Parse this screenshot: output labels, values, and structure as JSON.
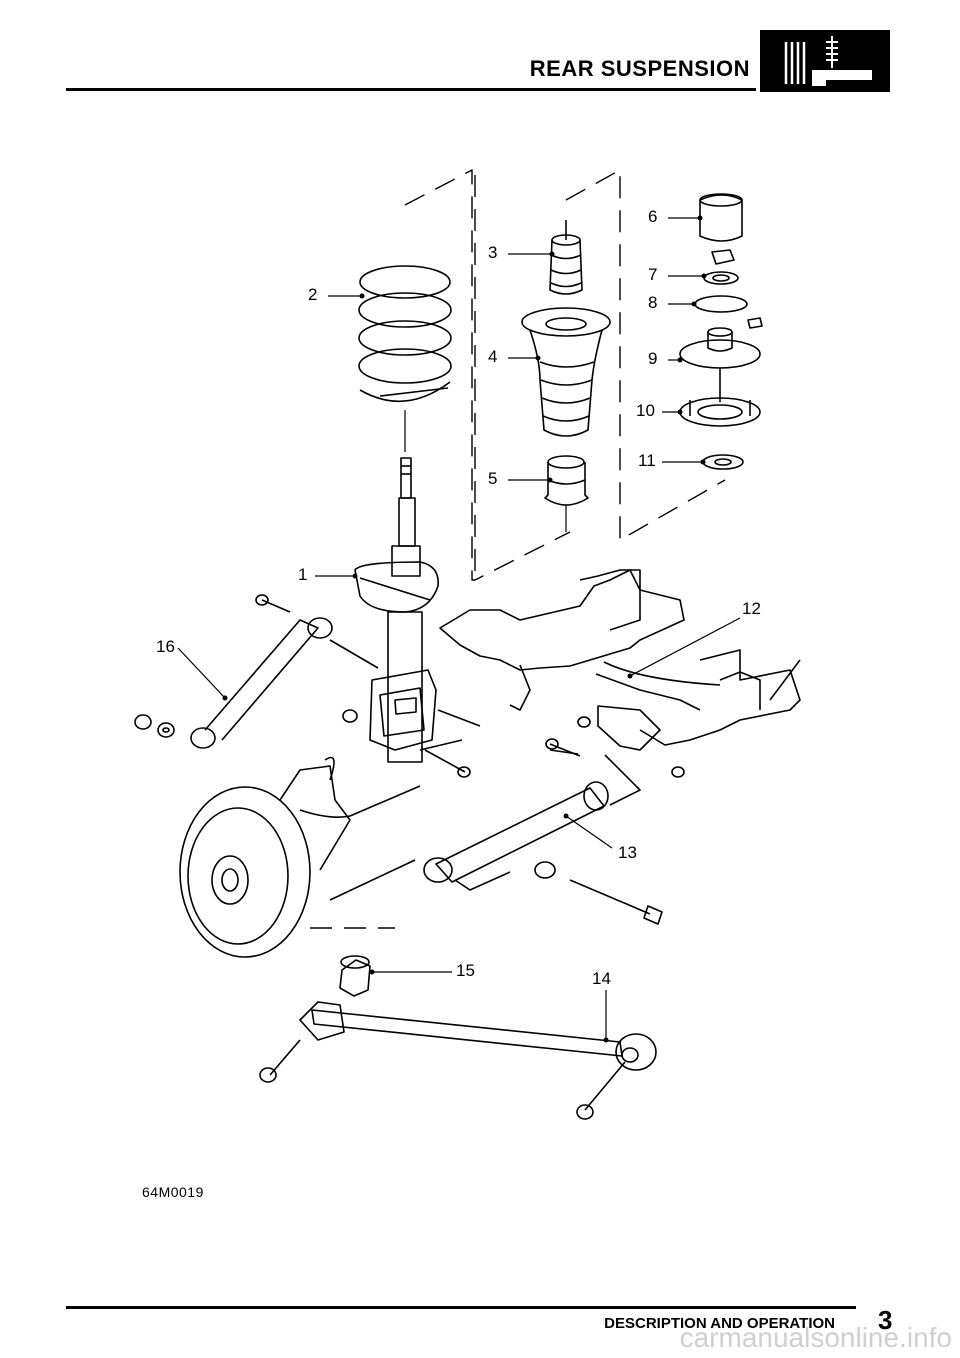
{
  "header": {
    "section_title": "REAR SUSPENSION",
    "icon": "rear-suspension-section-icon"
  },
  "diagram": {
    "callouts": [
      "1",
      "2",
      "3",
      "4",
      "5",
      "6",
      "7",
      "8",
      "9",
      "10",
      "11",
      "12",
      "13",
      "14",
      "15",
      "16"
    ],
    "figure_reference": "64M0019"
  },
  "footer": {
    "chapter_title": "DESCRIPTION AND OPERATION",
    "page_number": "3"
  },
  "watermark": "carmanualsonline.info"
}
